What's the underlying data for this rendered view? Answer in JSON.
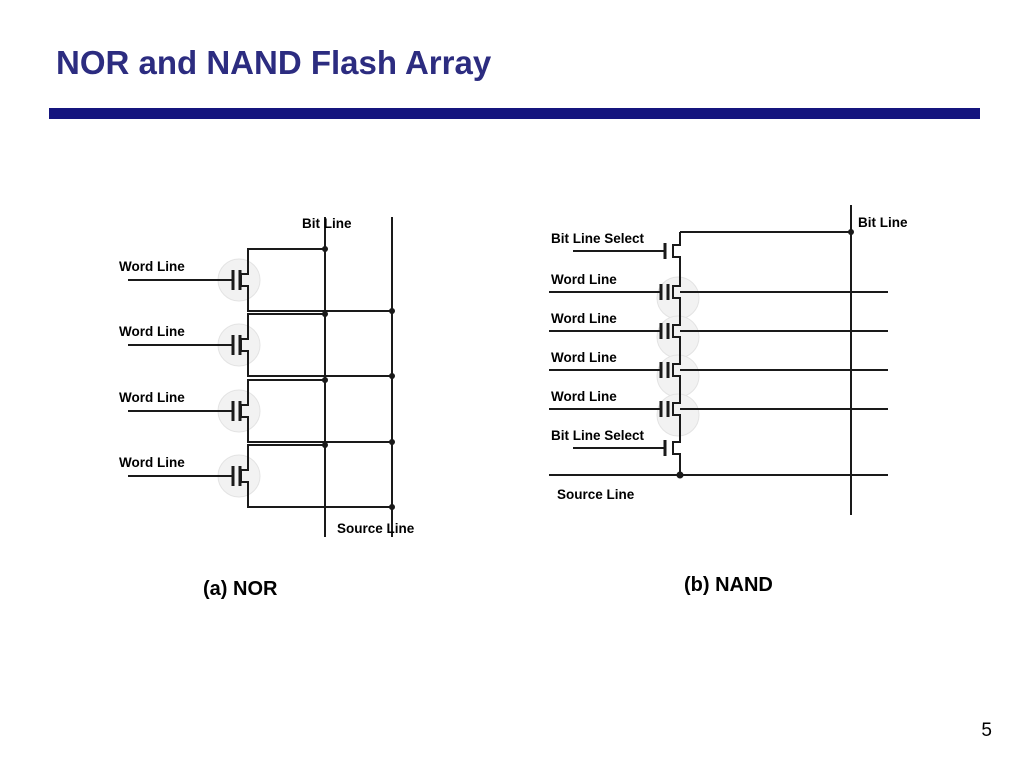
{
  "slide": {
    "title": "NOR and NAND Flash Array",
    "page_number": "5",
    "accent_color": "#15157e",
    "title_color": "#2c2c80",
    "wire_color": "#1a1a1a",
    "halo_color": "#eeeeee"
  },
  "figures": [
    {
      "id": "nor-array",
      "caption": "(a) NOR",
      "labels": {
        "bit_line": "Bit Line",
        "source_line": "Source Line",
        "word_line": "Word Line"
      },
      "word_lines": [
        {
          "label": "Word Line"
        },
        {
          "label": "Word Line"
        },
        {
          "label": "Word Line"
        },
        {
          "label": "Word Line"
        }
      ],
      "cell_count": 4,
      "topology": "parallel"
    },
    {
      "id": "nand-array",
      "caption": "(b) NAND",
      "labels": {
        "bit_line": "Bit Line",
        "source_line": "Source Line"
      },
      "rows": [
        {
          "label": "Bit Line Select",
          "type": "select"
        },
        {
          "label": "Word Line",
          "type": "cell"
        },
        {
          "label": "Word Line",
          "type": "cell"
        },
        {
          "label": "Word Line",
          "type": "cell"
        },
        {
          "label": "Word Line",
          "type": "cell"
        },
        {
          "label": "Bit Line Select",
          "type": "select"
        }
      ],
      "cell_count": 4,
      "select_count": 2,
      "topology": "series"
    }
  ]
}
